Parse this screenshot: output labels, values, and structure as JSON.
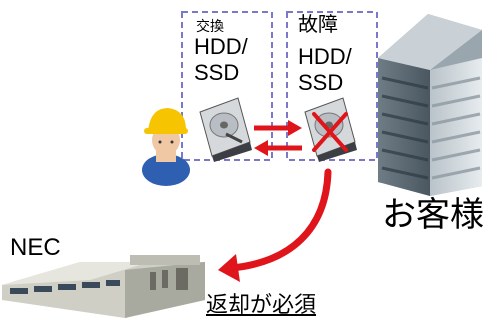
{
  "left_box": {
    "caption_small": "交換",
    "caption_line1": "HDD/",
    "caption_line2": "SSD"
  },
  "right_box": {
    "caption_small": "故障",
    "caption_line1": "HDD/",
    "caption_line2": "SSD"
  },
  "customer_label": "お客様",
  "nec_label": "NEC",
  "return_label": "返却が必須",
  "colors": {
    "dashed_border": "#7b78c9",
    "arrow_red": "#e0141b",
    "x_mark": "#e0141b"
  },
  "icons": [
    "worker-icon",
    "hard-drive-icon",
    "building-icon",
    "factory-icon",
    "swap-arrows-icon",
    "curved-arrow-icon",
    "x-mark-icon"
  ]
}
